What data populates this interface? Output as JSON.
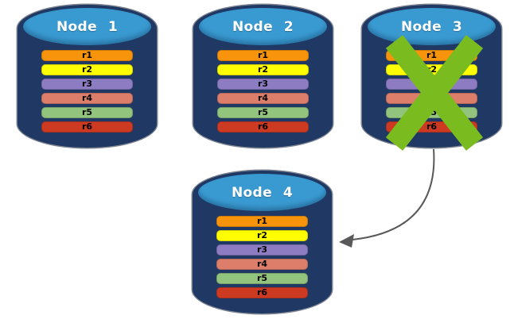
{
  "diagram": {
    "description": "Replicated database nodes with failed node",
    "nodes": [
      {
        "label": "Node 1",
        "rows": [
          {
            "label": "r1",
            "color": "#F7940B"
          },
          {
            "label": "r2",
            "color": "#FFFF00"
          },
          {
            "label": "r3",
            "color": "#8E7CC3"
          },
          {
            "label": "r4",
            "color": "#DD7E6B"
          },
          {
            "label": "r5",
            "color": "#93C47D"
          },
          {
            "label": "r6",
            "color": "#CC3A22"
          }
        ]
      },
      {
        "label": "Node 2",
        "rows": [
          {
            "label": "r1",
            "color": "#F7940B"
          },
          {
            "label": "r2",
            "color": "#FFFF00"
          },
          {
            "label": "r3",
            "color": "#8E7CC3"
          },
          {
            "label": "r4",
            "color": "#DD7E6B"
          },
          {
            "label": "r5",
            "color": "#93C47D"
          },
          {
            "label": "r6",
            "color": "#CC3A22"
          }
        ]
      },
      {
        "label": "Node 3",
        "rows": [
          {
            "label": "r1",
            "color": "#F7940B"
          },
          {
            "label": "r2",
            "color": "#FFFF00"
          },
          {
            "label": "r3",
            "color": "#8E7CC3"
          },
          {
            "label": "r4",
            "color": "#DD7E6B"
          },
          {
            "label": "r5",
            "color": "#93C47D"
          },
          {
            "label": "r6",
            "color": "#CC3A22"
          }
        ]
      },
      {
        "label": "Node 4",
        "rows": [
          {
            "label": "r1",
            "color": "#F7940B"
          },
          {
            "label": "r2",
            "color": "#FFFF00"
          },
          {
            "label": "r3",
            "color": "#8E7CC3"
          },
          {
            "label": "r4",
            "color": "#DD7E6B"
          },
          {
            "label": "r5",
            "color": "#93C47D"
          },
          {
            "label": "r6",
            "color": "#CC3A22"
          }
        ]
      }
    ],
    "failure_mark": {
      "on_node": "Node 3",
      "shape": "x-cross",
      "color": "#7ABB20"
    },
    "arrow": {
      "from": "Node 3",
      "to": "Node 4",
      "color": "#595959"
    },
    "colors": {
      "cylinder_body": "#1F3864",
      "cylinder_top": "#399AD1",
      "node_label_text": "#FFFFFF",
      "row_label_text": "#000000"
    }
  }
}
